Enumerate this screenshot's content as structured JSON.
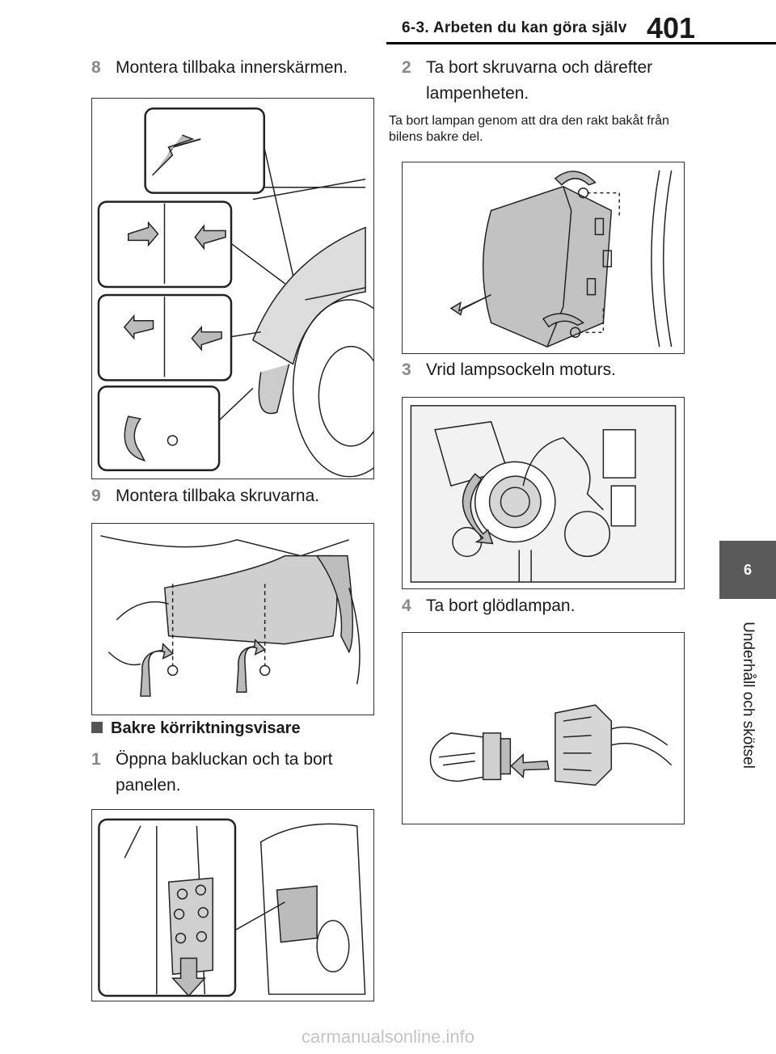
{
  "header": {
    "section": "6-3. Arbeten du kan göra själv",
    "page_number": "401"
  },
  "side_tab": {
    "chapter": "6",
    "label": "Underhåll och skötsel"
  },
  "left_column": {
    "step8": {
      "num": "8",
      "text": "Montera tillbaka innerskärmen."
    },
    "step9": {
      "num": "9",
      "text": "Montera tillbaka skruvarna."
    },
    "heading": "Bakre körriktningsvisare",
    "step1": {
      "num": "1",
      "text": "Öppna bakluckan och ta bort panelen."
    }
  },
  "right_column": {
    "step2": {
      "num": "2",
      "text": "Ta bort skruvarna och därefter lampenheten."
    },
    "step2_note": "Ta bort lampan genom att dra den rakt bakåt från bilens bakre del.",
    "step3": {
      "num": "3",
      "text": "Vrid lampsockeln moturs."
    },
    "step4": {
      "num": "4",
      "text": "Ta bort glödlampan."
    }
  },
  "figures": {
    "inner_fender": "inner fender liner with clip and screw detail insets",
    "mudguard_screws": "mudguard with two screws",
    "tailgate_panel": "tailgate side panel removal",
    "lamp_unit": "rear lamp unit with screws",
    "bulb_socket": "bulb socket rotated counterclockwise",
    "bulb": "bulb pulled out of socket"
  },
  "watermark": "carmanualsonline.info"
}
